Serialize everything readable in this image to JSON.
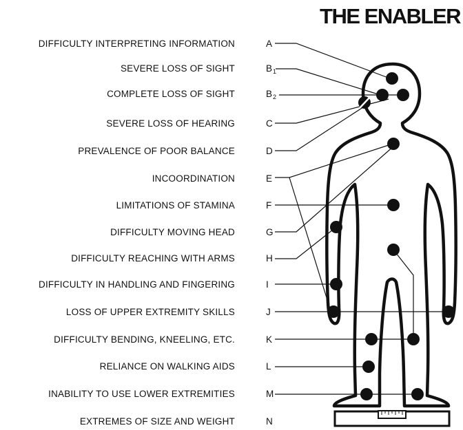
{
  "title": "THE ENABLER",
  "rows": [
    {
      "label": "DIFFICULTY INTERPRETING INFORMATION",
      "letter": "A"
    },
    {
      "label": "SEVERE LOSS OF SIGHT",
      "letter": "B",
      "sub": "1"
    },
    {
      "label": "COMPLETE LOSS OF SIGHT",
      "letter": "B",
      "sub": "2"
    },
    {
      "label": "SEVERE LOSS OF HEARING",
      "letter": "C"
    },
    {
      "label": "PREVALENCE OF POOR BALANCE",
      "letter": "D"
    },
    {
      "label": "INCOORDINATION",
      "letter": "E"
    },
    {
      "label": "LIMITATIONS OF STAMINA",
      "letter": "F"
    },
    {
      "label": "DIFFICULTY MOVING HEAD",
      "letter": "G"
    },
    {
      "label": "DIFFICULTY REACHING WITH ARMS",
      "letter": "H"
    },
    {
      "label": "DIFFICULTY  IN HANDLING AND FINGERING",
      "letter": "I"
    },
    {
      "label": "LOSS OF UPPER EXTREMITY SKILLS",
      "letter": "J"
    },
    {
      "label": "DIFFICULTY BENDING, KNEELING, ETC.",
      "letter": "K"
    },
    {
      "label": "RELIANCE ON WALKING AIDS",
      "letter": "L"
    },
    {
      "label": "INABILITY TO USE LOWER EXTREMITIES",
      "letter": "M"
    },
    {
      "label": "EXTREMES OF SIZE AND WEIGHT",
      "letter": "N"
    }
  ],
  "colors": {
    "ink": "#111111",
    "background": "#ffffff"
  }
}
